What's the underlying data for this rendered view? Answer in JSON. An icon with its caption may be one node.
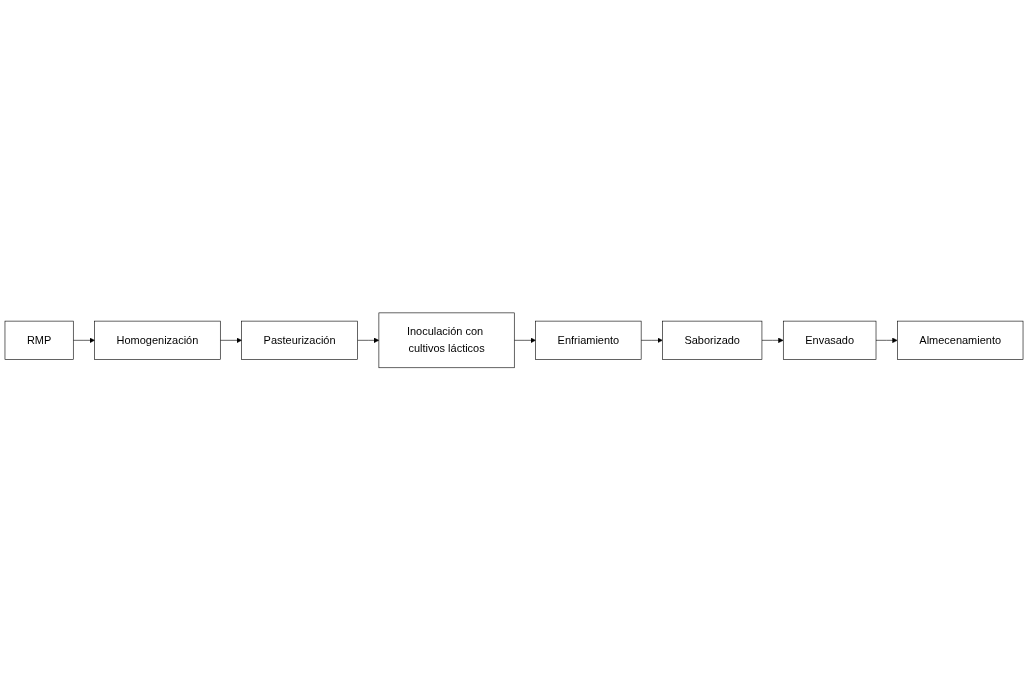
{
  "diagram": {
    "nodes": [
      {
        "text": [
          "RMP"
        ]
      },
      {
        "text": [
          "Homogenización"
        ]
      },
      {
        "text": [
          "Pasteurización"
        ]
      },
      {
        "text": [
          "Inoculación con cultivos lácticos"
        ]
      },
      {
        "text": [
          "Enfriamiento"
        ]
      },
      {
        "text": [
          "Saborizado"
        ]
      },
      {
        "text": [
          "Envasado"
        ]
      },
      {
        "text": [
          "Almecenamiento"
        ]
      }
    ],
    "edges": [
      {
        "from": 0,
        "to": 1,
        "arrow": "to"
      },
      {
        "from": 1,
        "to": 2,
        "arrow": "to"
      },
      {
        "from": 2,
        "to": 3,
        "arrow": "to"
      },
      {
        "from": 3,
        "to": 4,
        "arrow": "to"
      },
      {
        "from": 4,
        "to": 5,
        "arrow": "to"
      },
      {
        "from": 5,
        "to": 6,
        "arrow": "to"
      },
      {
        "from": 6,
        "to": 7,
        "arrow": "to"
      }
    ]
  }
}
